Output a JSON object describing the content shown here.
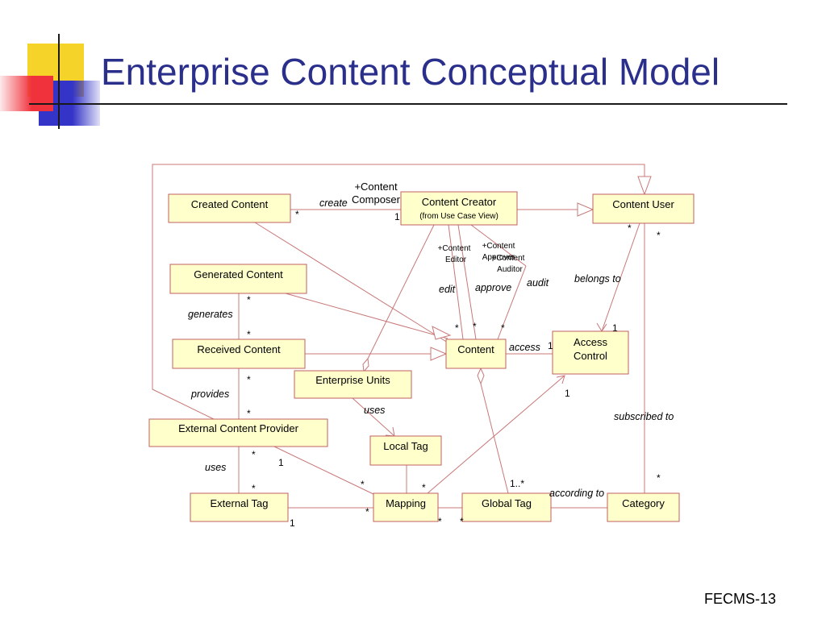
{
  "slide": {
    "title": "Enterprise Content Conceptual Model",
    "footer": "FECMS-13"
  },
  "classes": {
    "created_content": "Created Content",
    "content_creator": "Content Creator",
    "content_creator_sub": "(from Use Case View)",
    "content_user": "Content User",
    "generated_content": "Generated Content",
    "received_content": "Received Content",
    "content": "Content",
    "access_control_1": "Access",
    "access_control_2": "Control",
    "enterprise_units": "Enterprise Units",
    "external_content_provider": "External Content Provider",
    "local_tag": "Local Tag",
    "external_tag": "External Tag",
    "mapping": "Mapping",
    "global_tag": "Global Tag",
    "category": "Category"
  },
  "roles": {
    "content_composer_1": "+Content",
    "content_composer_2": "Composer",
    "content_editor_1": "+Content",
    "content_editor_2": "Editor",
    "content_approver_1": "+Content",
    "content_approver_2": "Approver",
    "content_auditor_1": "+Content",
    "content_auditor_2": "Auditor"
  },
  "associations": {
    "create": "create",
    "edit": "edit",
    "approve": "approve",
    "audit": "audit",
    "belongs_to": "belongs to",
    "generates": "generates",
    "access": "access",
    "provides": "provides",
    "uses_units": "uses",
    "subscribed_to": "subscribed to",
    "uses_provider": "uses",
    "according_to": "according to"
  },
  "multiplicities": {
    "created_star": "*",
    "creator_one": "1",
    "user_star_a": "*",
    "user_star_b": "*",
    "generated_star": "*",
    "received_star_top": "*",
    "content_star_a": "*",
    "content_star_b": "*",
    "content_star_c": "*",
    "access_one_top": "1",
    "access_one_left": "1",
    "access_one_bottom": "1",
    "received_star_bottom": "*",
    "provider_star_top": "*",
    "provider_star_bottom": "*",
    "provider_one": "1",
    "external_tag_star": "*",
    "external_tag_one": "1",
    "mapping_star_top_left": "*",
    "mapping_star_top_right": "*",
    "mapping_star_left": "*",
    "mapping_star_bottom": "*",
    "global_star_bottom": "*",
    "global_one_many": "1..*",
    "category_star": "*"
  },
  "decor_colors": {
    "yellow": "#f5d328",
    "red": "#f0323c",
    "blue": "#3434c8",
    "title": "#2b2f8c",
    "box_fill": "#ffffcc",
    "box_stroke": "#c06060",
    "line": "#c87878"
  }
}
